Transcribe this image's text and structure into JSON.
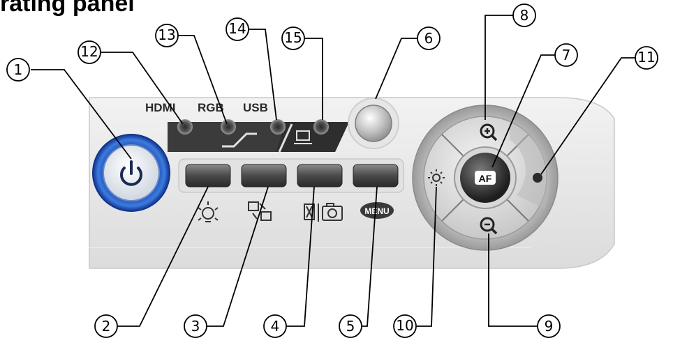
{
  "title": "rating panel",
  "ports": {
    "hdmi": "HDMI",
    "rgb": "RGB",
    "usb": "USB"
  },
  "buttons": {
    "af": "AF",
    "menu": "MENU"
  },
  "callouts": [
    "1",
    "2",
    "3",
    "4",
    "5",
    "6",
    "7",
    "8",
    "9",
    "10",
    "11",
    "12",
    "13",
    "14",
    "15"
  ],
  "icons": {
    "power": "power-icon",
    "lamp": "lamp-icon",
    "picture_swap": "picture-swap-icon",
    "timer": "hourglass-icon",
    "camera": "camera-icon",
    "zoom_in": "zoom-in-icon",
    "zoom_out": "zoom-out-icon",
    "brightness": "brightness-icon",
    "freeze": "freeze-icon",
    "pc": "computer-icon"
  }
}
